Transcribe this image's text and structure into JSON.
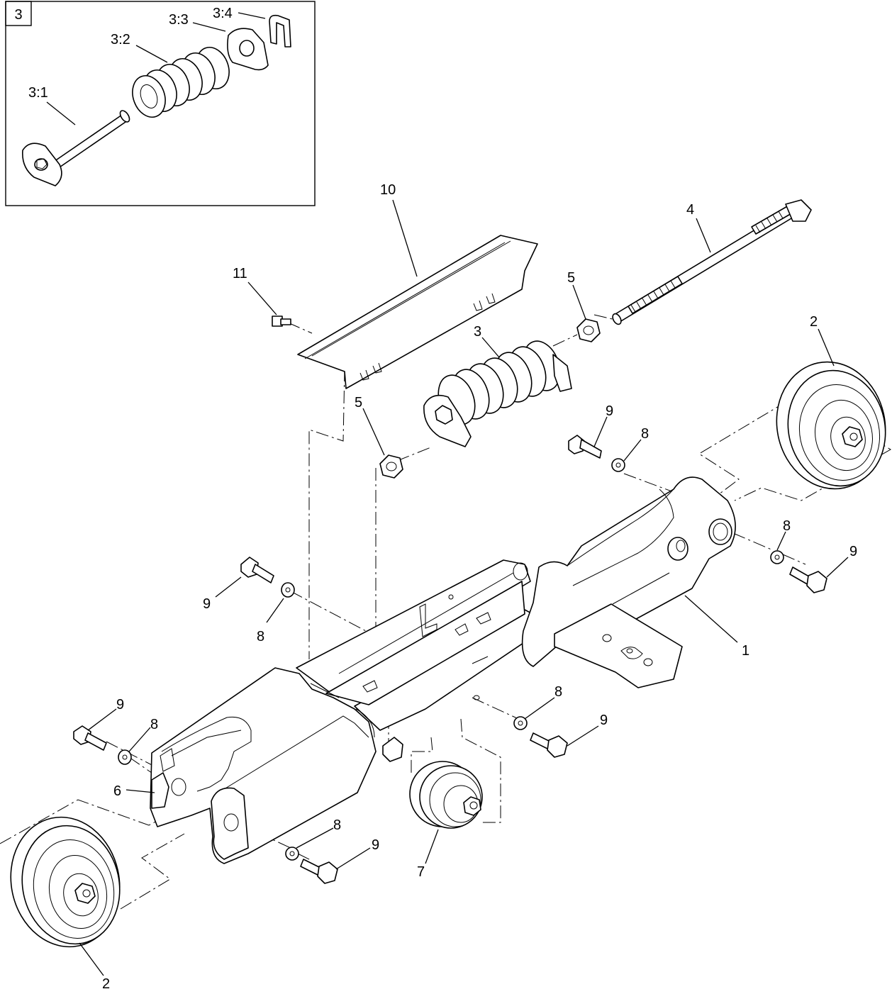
{
  "inset": {
    "id": "3"
  },
  "callouts": {
    "c3_1": "3:1",
    "c3_2": "3:2",
    "c3_3": "3:3",
    "c3_4": "3:4",
    "c10": "10",
    "c4": "4",
    "c11": "11",
    "c5_top": "5",
    "c3": "3",
    "c5_mid": "5",
    "c2_right": "2",
    "c9_a": "9",
    "c8_a": "8",
    "c8_b": "8",
    "c9_b": "9",
    "c9_c": "9",
    "c8_c": "8",
    "c1": "1",
    "c8_d": "8",
    "c9_d": "9",
    "c9_e": "9",
    "c8_e": "8",
    "c6": "6",
    "c8_f": "8",
    "c9_f": "9",
    "c7": "7",
    "c2_left": "2"
  }
}
